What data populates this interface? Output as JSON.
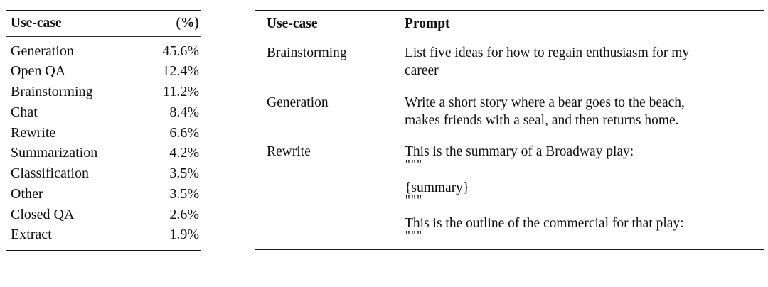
{
  "left_table": {
    "name": "use-case-distribution-table",
    "headers": {
      "usecase": "Use-case",
      "percent": "(%)"
    },
    "rows": [
      {
        "usecase": "Generation",
        "percent": "45.6%"
      },
      {
        "usecase": "Open QA",
        "percent": "12.4%"
      },
      {
        "usecase": "Brainstorming",
        "percent": "11.2%"
      },
      {
        "usecase": "Chat",
        "percent": "8.4%"
      },
      {
        "usecase": "Rewrite",
        "percent": "6.6%"
      },
      {
        "usecase": "Summarization",
        "percent": "4.2%"
      },
      {
        "usecase": "Classification",
        "percent": "3.5%"
      },
      {
        "usecase": "Other",
        "percent": "3.5%"
      },
      {
        "usecase": "Closed QA",
        "percent": "2.6%"
      },
      {
        "usecase": "Extract",
        "percent": "1.9%"
      }
    ]
  },
  "right_table": {
    "name": "use-case-prompt-examples-table",
    "headers": {
      "usecase": "Use-case",
      "prompt": "Prompt"
    },
    "rows": [
      {
        "usecase": "Brainstorming",
        "prompt_lines": [
          {
            "text": "List five ideas for how to regain enthusiasm for my",
            "style": "serif"
          },
          {
            "text": "career",
            "style": "serif"
          }
        ]
      },
      {
        "usecase": "Generation",
        "prompt_lines": [
          {
            "text": "Write a short story where a bear goes to the beach,",
            "style": "serif"
          },
          {
            "text": "makes friends with a seal, and then returns home.",
            "style": "serif"
          }
        ]
      },
      {
        "usecase": "Rewrite",
        "prompt_lines": [
          {
            "text": "This is the summary of a Broadway play:",
            "style": "serif"
          },
          {
            "text": "\"\"\"",
            "style": "mono"
          },
          {
            "text": "{summary}",
            "style": "brace-gap"
          },
          {
            "text": "\"\"\"",
            "style": "mono"
          },
          {
            "text": "This is the outline of the commercial for that play:",
            "style": "serif-gap"
          },
          {
            "text": "\"\"\"",
            "style": "mono"
          }
        ]
      }
    ]
  },
  "colors": {
    "background": "#ffffff",
    "text": "#101010",
    "rule_thick": "#141414",
    "rule_thin": "#303030"
  }
}
